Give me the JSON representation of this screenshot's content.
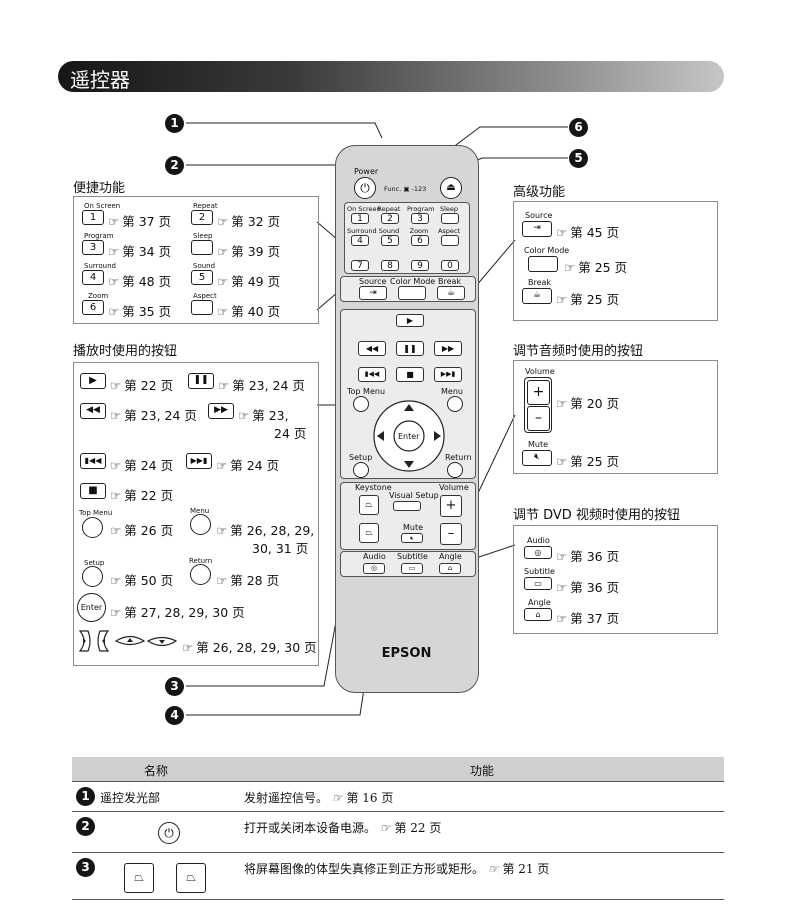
{
  "header": {
    "title": "遥控器"
  },
  "callouts": [
    "1",
    "2",
    "3",
    "4",
    "5",
    "6"
  ],
  "sections": {
    "shortcut": "便捷功能",
    "playback": "播放时使用的按钮",
    "advanced": "高级功能",
    "audio_adj": "调节音频时使用的按钮",
    "dvd_adj": "调节 DVD 视频时使用的按钮"
  },
  "shortcut_items": [
    {
      "label": "On Screen",
      "key": "1",
      "ref": "第 37 页"
    },
    {
      "label": "Repeat",
      "key": "2",
      "ref": "第 32 页"
    },
    {
      "label": "Program",
      "key": "3",
      "ref": "第 34 页"
    },
    {
      "label": "Sleep",
      "key": "",
      "ref": "第 39 页"
    },
    {
      "label": "Surround",
      "key": "4",
      "ref": "第 48 页"
    },
    {
      "label": "Sound",
      "key": "5",
      "ref": "第 49 页"
    },
    {
      "label": "Zoom",
      "key": "6",
      "ref": "第 35 页"
    },
    {
      "label": "Aspect",
      "key": "",
      "ref": "第 40 页"
    }
  ],
  "playback_refs": {
    "play": "第 22 页",
    "pause": "第 23, 24 页",
    "rew": "第 23, 24 页",
    "ff_a": "第 23,",
    "ff_b": "24 页",
    "prev": "第 24 页",
    "next": "第 24 页",
    "stop": "第 22 页",
    "topmenu_label": "Top Menu",
    "topmenu": "第 26 页",
    "menu_label": "Menu",
    "menu_a": "第 26, 28, 29,",
    "menu_b": "30, 31 页",
    "setup_label": "Setup",
    "setup": "第 50 页",
    "return_label": "Return",
    "return": "第 28 页",
    "enter_label": "Enter",
    "enter": "第 27, 28, 29, 30 页",
    "arrows": "第 26, 28, 29, 30 页"
  },
  "advanced_items": [
    {
      "label": "Source",
      "ref": "第 45 页"
    },
    {
      "label": "Color Mode",
      "ref": "第 25 页"
    },
    {
      "label": "Break",
      "ref": "第 25 页"
    }
  ],
  "audio_items": {
    "volume_label": "Volume",
    "volume_ref": "第 20 页",
    "mute_label": "Mute",
    "mute_ref": "第 25 页"
  },
  "dvd_items": [
    {
      "label": "Audio",
      "ref": "第 36 页"
    },
    {
      "label": "Subtitle",
      "ref": "第 36 页"
    },
    {
      "label": "Angle",
      "ref": "第 37 页"
    }
  ],
  "remote": {
    "power": "Power",
    "func": "Func.",
    "func123": "123",
    "brand": "EPSON",
    "row1": [
      "On Screen",
      "Repeat",
      "Program",
      "Sleep"
    ],
    "row1keys": [
      "1",
      "2",
      "3",
      ""
    ],
    "row2": [
      "Surround",
      "Sound",
      "Zoom",
      "Aspect"
    ],
    "row2keys": [
      "4",
      "5",
      "6",
      ""
    ],
    "row3keys": [
      "7",
      "8",
      "9",
      "0"
    ],
    "adv": [
      "Source",
      "Color Mode",
      "Break"
    ],
    "top_menu": "Top Menu",
    "menu": "Menu",
    "enter": "Enter",
    "setup": "Setup",
    "return": "Return",
    "keystone": "Keystone",
    "visual_setup": "Visual Setup",
    "volume": "Volume",
    "mute": "Mute",
    "dvd": [
      "Audio",
      "Subtitle",
      "Angle"
    ]
  },
  "table": {
    "col_name": "名称",
    "col_func": "功能",
    "rows": [
      {
        "num": "1",
        "name": "遥控发光部",
        "func": "发射遥控信号。",
        "ref": "第 16 页"
      },
      {
        "num": "2",
        "name": "",
        "func": "打开或关闭本设备电源。",
        "ref": "第 22 页"
      },
      {
        "num": "3",
        "name": "",
        "func": "将屏幕图像的体型失真修正到正方形或矩形。",
        "ref": "第 21 页"
      }
    ]
  }
}
